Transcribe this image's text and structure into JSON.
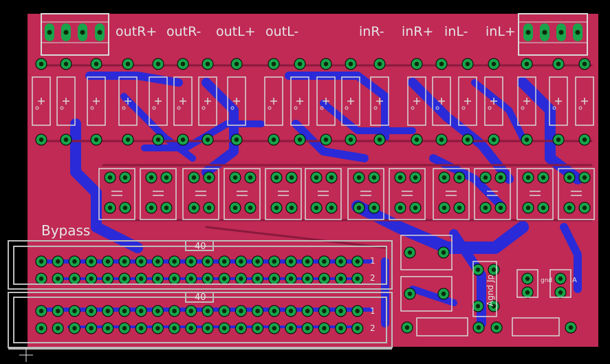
{
  "colors": {
    "background": "#000000",
    "top_copper": "#c02a55",
    "bottom_copper": "#2a2ad8",
    "pad": "#1aa34a",
    "pad_hole": "#0b2a0b",
    "silkscreen": "#d8d8d8",
    "outline": "#bdbdbd"
  },
  "top_labels": [
    "outR+",
    "outR-",
    "outL+",
    "outL-",
    "inR-",
    "inR+",
    "inL-",
    "inL+"
  ],
  "header_label": "Bypass",
  "connector_value_top": "40",
  "connector_value_bottom": "40",
  "pin_label_1": "1",
  "pin_label_2": "2",
  "agnd_label": "Agnd Jp",
  "gnd_label": "gnd",
  "pad_label_a": "A"
}
